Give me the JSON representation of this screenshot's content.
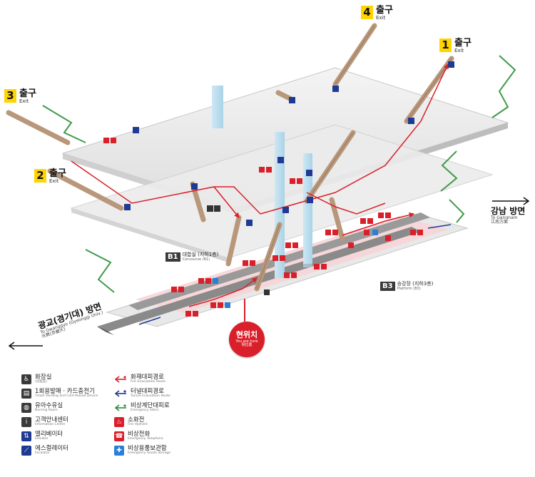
{
  "exits": [
    {
      "num": "4",
      "ko": "출구",
      "en": "Exit"
    },
    {
      "num": "1",
      "ko": "출구",
      "en": "Exit"
    },
    {
      "num": "3",
      "ko": "출구",
      "en": "Exit"
    },
    {
      "num": "2",
      "ko": "출구",
      "en": "Exit"
    }
  ],
  "directions": {
    "right": {
      "ko": "강남 방면",
      "en": "To Gangnam",
      "sub": "江南方面"
    },
    "left": {
      "ko": "광교(경기대) 방면",
      "en": "To Gwanggyo (Gyeonggi Univ.)",
      "sub": "光教(京畿大)"
    }
  },
  "levels": {
    "b1": {
      "code": "B1",
      "ko": "대합실 (지하1층)",
      "en": "Concourse (B1)"
    },
    "b3": {
      "code": "B3",
      "ko": "승강장 (지하3층)",
      "en": "Platform (B3)"
    }
  },
  "current_location": {
    "ko": "현위치",
    "en": "You are here",
    "sub": "現位置"
  },
  "legend_left": [
    {
      "icon": "restroom-icon",
      "ko": "화장실",
      "sub": "(化粧室)",
      "color": "#3a3a3a",
      "glyph": "♿"
    },
    {
      "icon": "ticket-machine-icon",
      "ko": "1회용발매 · 카드충전기",
      "sub": "Ticket Vending and Card Reload Device",
      "color": "#3a3a3a",
      "glyph": "▤"
    },
    {
      "icon": "nursing-room-icon",
      "ko": "유아수유실",
      "sub": "Nursing Room",
      "color": "#3a3a3a",
      "glyph": "◍"
    },
    {
      "icon": "info-center-icon",
      "ko": "고객안내센터",
      "sub": "Information Center",
      "color": "#3a3a3a",
      "glyph": "i"
    },
    {
      "icon": "elevator-icon",
      "ko": "엘리베이터",
      "sub": "Elevator",
      "color": "#1f3a93",
      "glyph": "⇅"
    },
    {
      "icon": "escalator-icon",
      "ko": "에스컬레이터",
      "sub": "Escalator",
      "color": "#1f3a93",
      "glyph": "⟋"
    }
  ],
  "legend_right": [
    {
      "icon": "fire-evacuation-route-icon",
      "ko": "화재대피경로",
      "sub": "Fire Evacuation Route",
      "color": "#d9202a",
      "kind": "arrow"
    },
    {
      "icon": "tunnel-evacuation-route-icon",
      "ko": "터널대피경로",
      "sub": "Tunnel Evacuation Route",
      "color": "#1f3a93",
      "kind": "arrow"
    },
    {
      "icon": "emergency-stairs-route-icon",
      "ko": "비상계단대피로",
      "sub": "Emergency Stairs",
      "color": "#2e8b3a",
      "kind": "arrow"
    },
    {
      "icon": "fire-hydrant-icon",
      "ko": "소화전",
      "sub": "Fire Hydrant",
      "color": "#d9202a",
      "kind": "box",
      "glyph": "♨"
    },
    {
      "icon": "emergency-phone-icon",
      "ko": "비상전화",
      "sub": "Emergency Telephone",
      "color": "#d9202a",
      "kind": "box",
      "glyph": "☎"
    },
    {
      "icon": "emergency-storage-icon",
      "ko": "비상용품보관함",
      "sub": "Emergency Goods Storage",
      "color": "#2b7fd6",
      "kind": "box",
      "glyph": "✚"
    }
  ]
}
